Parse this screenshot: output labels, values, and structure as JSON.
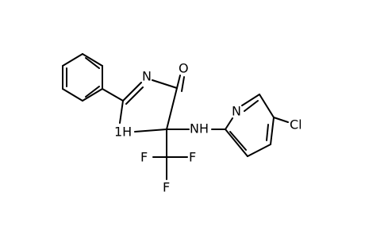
{
  "atoms": {
    "n_ring_top": "N",
    "o_carbonyl": "O",
    "nh_ring": "1H",
    "nh_link": "NH",
    "n_pyridine": "N",
    "cl": "Cl",
    "f_left": "F",
    "f_right": "F",
    "f_bottom": "F"
  },
  "colors": {
    "bond": "#000000",
    "label": "#000000",
    "background": "#ffffff"
  }
}
